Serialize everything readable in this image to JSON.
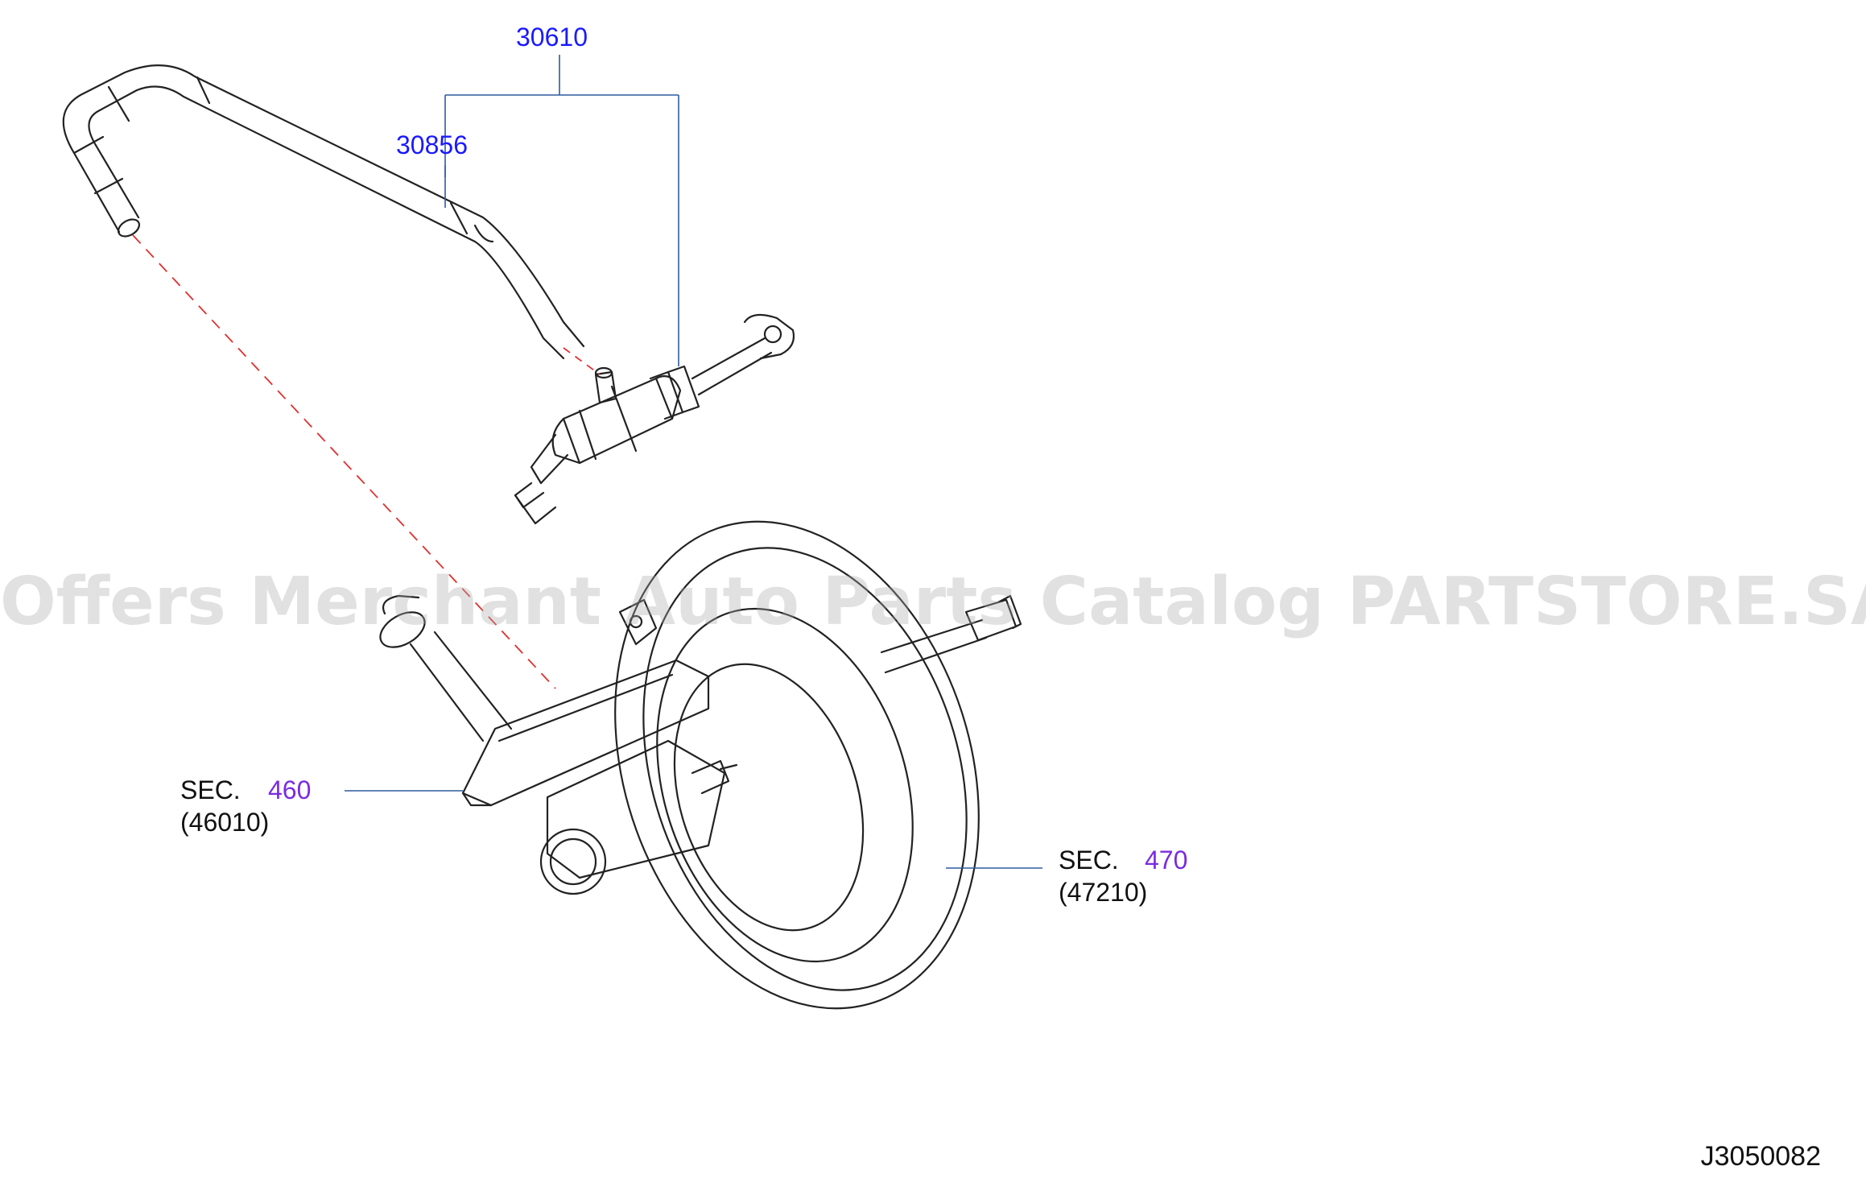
{
  "callouts": {
    "part_30610": "30610",
    "part_30856": "30856",
    "sec_460_prefix": "SEC.",
    "sec_460_num": "460",
    "sec_460_sub": "(46010)",
    "sec_470_prefix": "SEC.",
    "sec_470_num": "470",
    "sec_470_sub": "(47210)"
  },
  "watermark": "Offers Merchant Auto Parts Catalog PARTSTORE.SA",
  "diagram_ref": "J3050082",
  "colors": {
    "part_number": "#1a1aff",
    "section_link": "#7a2be0",
    "leader_line": "#2e5c9e",
    "dashed_guide": "#e03030",
    "drawing": "#222222"
  }
}
